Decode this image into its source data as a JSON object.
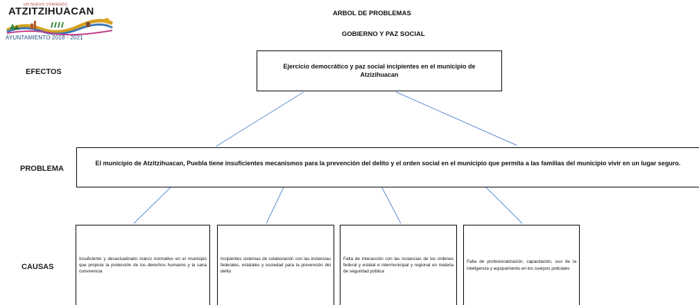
{
  "logo": {
    "small_text": "UN NUEVO COMIENZO",
    "brand": "ATZITZIHUACAN",
    "caption": "AYUNTAMIENTO 2018 - 2021"
  },
  "header": {
    "title": "ARBOL DE PROBLEMAS",
    "subtitle": "GOBIERNO Y PAZ SOCIAL"
  },
  "labels": {
    "effects": "EFECTOS",
    "problem": "PROBLEMA",
    "causes": "CAUSAS"
  },
  "effect_text": "Ejercicio democrático y paz social incipientes en el municipio de Atzizihuacan",
  "problem_text": "El municipio de Atzitzihuacan, Puebla tiene insuficientes mecanismos para  la prevención del delito y el orden social en el municipio que permita a las familias del municipio vivir en un lugar seguro.",
  "causes": [
    "Insuficiente y desactualizado marco normativo en el municipio que propicie la protección de los derechos humanos y la sana convivencia",
    "Incipientes sistemas de colaboración con las instancias federales, estatales y sociedad para la prevención del delito",
    "Falta de Interacción con las instancias de los órdenes federal y estatal e intermunicipal y regional en materia de seguridad pública",
    "Falta de profesionalización, capacitación, uso de la inteligencia y equipamiento en los cuerpos policiales"
  ],
  "colors": {
    "connector": "#5b8bd0",
    "border": "#000000"
  }
}
